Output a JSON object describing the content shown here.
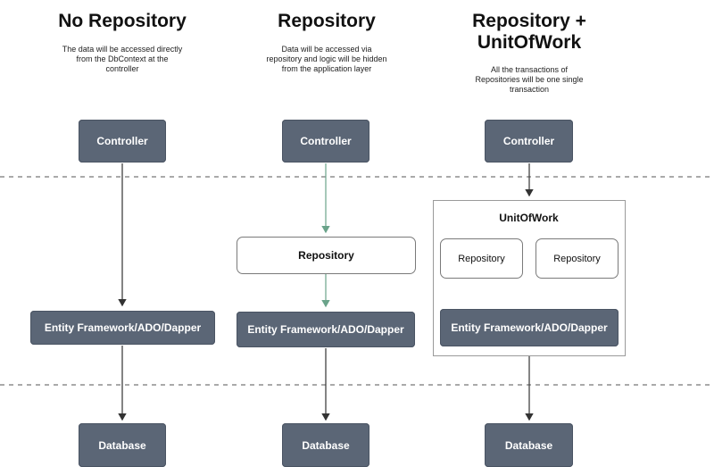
{
  "columns": [
    {
      "title": "No Repository",
      "description": [
        "The data will be accessed directly",
        "from the DbContext at the",
        "controller"
      ],
      "nodes": {
        "controller": "Controller",
        "orm": "Entity Framework/ADO/Dapper",
        "database": "Database"
      }
    },
    {
      "title": "Repository",
      "description": [
        "Data will be accessed via",
        "repository and logic will be hidden",
        "from the application layer"
      ],
      "nodes": {
        "controller": "Controller",
        "repository": "Repository",
        "orm": "Entity Framework/ADO/Dapper",
        "database": "Database"
      }
    },
    {
      "title_lines": [
        "Repository +",
        "UnitOfWork"
      ],
      "description": [
        "All the transactions of",
        "Repositories will be one single",
        "transaction"
      ],
      "nodes": {
        "controller": "Controller",
        "unit_of_work": "UnitOfWork",
        "repository_a": "Repository",
        "repository_b": "Repository",
        "orm": "Entity Framework/ADO/Dapper",
        "database": "Database"
      }
    }
  ],
  "colors": {
    "dark_node": "#5b6676",
    "arrow_dark": "#333333",
    "arrow_green": "#6aa38a",
    "divider": "#555555"
  }
}
